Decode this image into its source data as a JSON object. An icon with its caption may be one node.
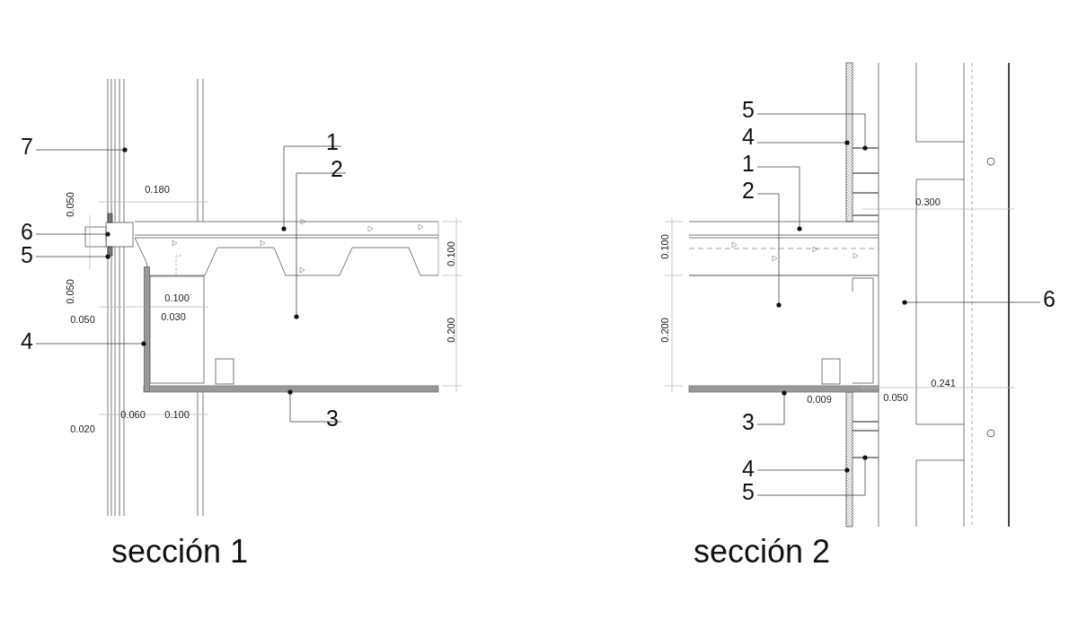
{
  "diagram": {
    "nodes": [
      {
        "text": [
          "1"
        ]
      },
      {
        "text": [
          "7"
        ]
      },
      {
        "text": [
          "2"
        ]
      },
      {
        "text": [
          "6"
        ]
      },
      {
        "text": [
          "5"
        ]
      },
      {
        "text": [
          "4"
        ]
      },
      {
        "text": [
          "3"
        ]
      },
      {
        "text": [
          "5"
        ]
      },
      {
        "text": [
          "4"
        ]
      },
      {
        "text": [
          "1"
        ]
      },
      {
        "text": [
          "2"
        ]
      },
      {
        "text": [
          "6"
        ]
      },
      {
        "text": [
          "3"
        ]
      },
      {
        "text": [
          "4"
        ]
      },
      {
        "text": [
          "5"
        ]
      },
      {
        "text": [],
        "shape": "bar"
      }
    ],
    "edges": [
      {
        "from": 0,
        "to": null,
        "arrow": "other"
      },
      {
        "from": 1,
        "to": null,
        "arrow": "other"
      },
      {
        "from": 2,
        "to": null,
        "arrow": "other"
      },
      {
        "from": 3,
        "to": null,
        "arrow": "other"
      },
      {
        "from": 4,
        "to": null,
        "arrow": "other"
      },
      {
        "from": 5,
        "to": 15,
        "arrow": "other"
      },
      {
        "from": 6,
        "to": null,
        "arrow": "other"
      },
      {
        "from": 7,
        "to": null,
        "arrow": "other"
      },
      {
        "from": 8,
        "to": null,
        "arrow": "other"
      },
      {
        "from": 9,
        "to": null,
        "arrow": "other"
      },
      {
        "from": 10,
        "to": null,
        "arrow": "other"
      },
      {
        "from": 11,
        "to": null,
        "arrow": "other"
      },
      {
        "from": 12,
        "to": null,
        "arrow": "other"
      },
      {
        "from": 13,
        "to": null,
        "arrow": "other"
      },
      {
        "from": 14,
        "to": null,
        "arrow": "other"
      }
    ],
    "labels": [
      "0.180",
      "0.050",
      "0.100",
      "0.050",
      "0.100",
      "0.050",
      "0.030",
      "0.200",
      "0.060",
      "0.100",
      "0.020",
      "0.300",
      "0.100",
      "0.200",
      "0.009",
      "0.050",
      "0.241",
      "sección 1",
      "sección 2"
    ]
  }
}
